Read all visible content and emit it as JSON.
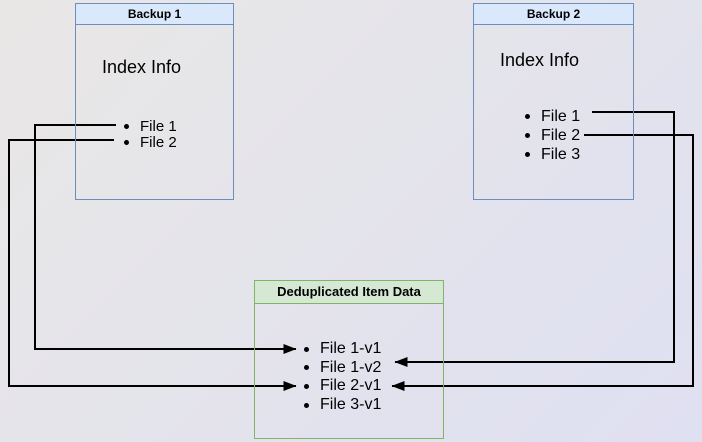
{
  "backup1": {
    "title": "Backup 1",
    "section": "Index Info",
    "files": [
      "File 1",
      "File 2"
    ]
  },
  "backup2": {
    "title": "Backup 2",
    "section": "Index Info",
    "files": [
      "File 1",
      "File 2",
      "File 3"
    ]
  },
  "dedup": {
    "title": "Deduplicated Item Data",
    "items": [
      "File 1-v1",
      "File 1-v2",
      "File 2-v1",
      "File 3-v1"
    ]
  },
  "connections": [
    {
      "from": "Backup 1 / File 1",
      "to": "Deduplicated Item Data / File 1-v1",
      "side": "left"
    },
    {
      "from": "Backup 1 / File 2",
      "to": "Deduplicated Item Data / File 2-v1",
      "side": "left"
    },
    {
      "from": "Backup 2 / File 1",
      "to": "Deduplicated Item Data / File 1-v2",
      "side": "right"
    },
    {
      "from": "Backup 2 / File 2",
      "to": "Deduplicated Item Data / File 2-v1",
      "side": "right"
    }
  ],
  "colors": {
    "backup_header_fill": "#dae8fc",
    "backup_border": "#6c8ebf",
    "dedup_header_fill": "#d5e8d4",
    "dedup_border": "#82b366",
    "arrow": "#000000",
    "background_start": "#e9e7e5",
    "background_end": "#dfe0f2"
  }
}
